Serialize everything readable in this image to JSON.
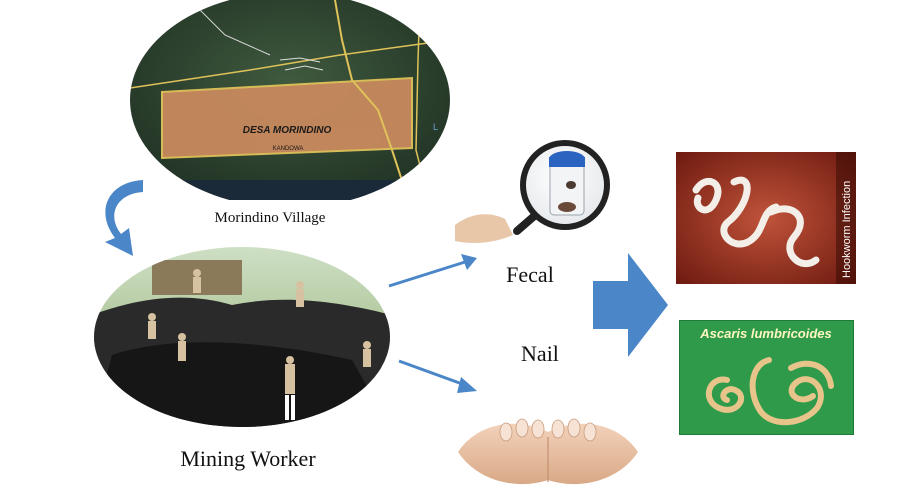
{
  "colors": {
    "arrow_blue": "#4a86c8",
    "map_orange": "#c98a5e",
    "map_road": "#e0c25a",
    "hookworm_bg": "#9a2a1a",
    "ascaris_bg": "#2e9a4a",
    "worm_tan": "#e6c48a"
  },
  "map": {
    "village_label": "DESA MORINDINO",
    "sub_label": "KANDOWA",
    "corner_label": "L"
  },
  "captions": {
    "village": "Morindino Village",
    "workers": "Mining Worker",
    "fecal": "Fecal",
    "nail": "Nail"
  },
  "infections": {
    "hookworm": "Hookworm Infection",
    "ascaris": "Ascaris lumbricoides"
  },
  "icons": {
    "magnifier": "magnifier-with-sample-jar-icon",
    "hands": "open-hands-icon",
    "curved_arrow": "curved-arrow-icon",
    "big_arrow": "block-right-arrow-icon"
  }
}
